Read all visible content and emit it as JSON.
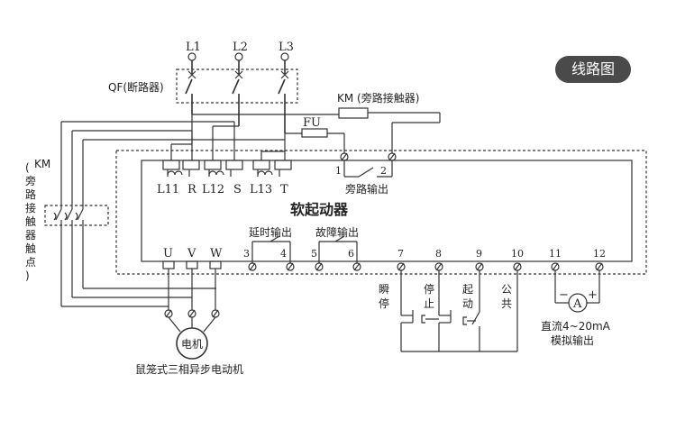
{
  "badge": "线路图",
  "supply": {
    "l1": "L1",
    "l2": "L2",
    "l3": "L3"
  },
  "breaker_label": "QF(断路器)",
  "bypass_contactor_label": "KM (旁路接触器)",
  "fuse_label": "FU",
  "contact_label_km": "KM",
  "contact_label_vertical": [
    "(",
    "旁",
    "路",
    "接",
    "触",
    "器",
    "触",
    "点",
    ")"
  ],
  "starter": {
    "title": "软起动器",
    "inputs": [
      "L11",
      "R",
      "L12",
      "S",
      "L13",
      "T"
    ],
    "bypass_out_label": "旁路输出",
    "bypass_terminals": [
      "1",
      "2"
    ],
    "delay_out_label": "延时输出",
    "fault_out_label": "故障输出",
    "outputs": [
      "U",
      "V",
      "W"
    ],
    "terminals": [
      "3",
      "4",
      "5",
      "6",
      "7",
      "8",
      "9",
      "10",
      "11",
      "12"
    ]
  },
  "controls": {
    "instant_stop": [
      "瞬",
      "停"
    ],
    "stop": [
      "停",
      "止"
    ],
    "start": [
      "起",
      "动"
    ],
    "common": [
      "公",
      "共"
    ]
  },
  "meter": {
    "symbol": "A",
    "minus": "−",
    "plus": "+",
    "line1": "直流4~20mA",
    "line2": "模拟输出"
  },
  "motor": {
    "label": "电机",
    "caption": "鼠笼式三相异步电动机"
  }
}
